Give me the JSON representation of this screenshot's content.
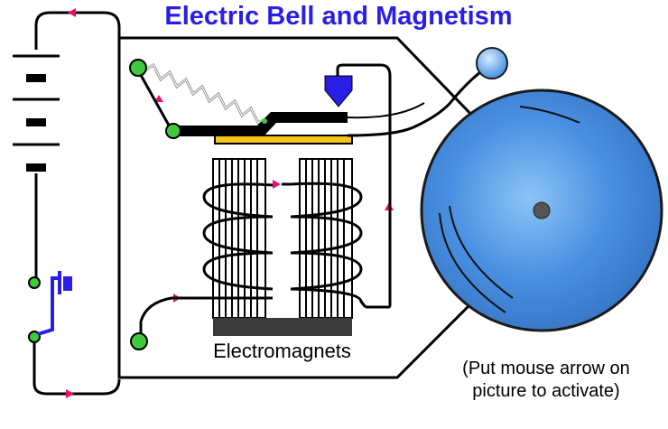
{
  "title": "Electric Bell and Magnetism",
  "electromagnets_label": "Electromagnets",
  "hint": {
    "line1": "(Put mouse arrow on",
    "line2": "picture to activate)"
  },
  "colors": {
    "title": "#2a1ee6",
    "bell": "#4a90e2",
    "bell_edge": "#1a1a1a",
    "terminal": "#3ec93e",
    "arrow": "#e8106a",
    "switch": "#2a1ee6",
    "contact_plate": "#f5c518",
    "electromagnet_base": "#3a3a3a",
    "striker_ball": "#7bb8f0"
  },
  "icons": [
    "battery-icon",
    "push-switch-icon",
    "bell-gong-icon",
    "striker-ball-icon",
    "spring-icon",
    "contact-screw-icon",
    "current-arrow-icon"
  ]
}
